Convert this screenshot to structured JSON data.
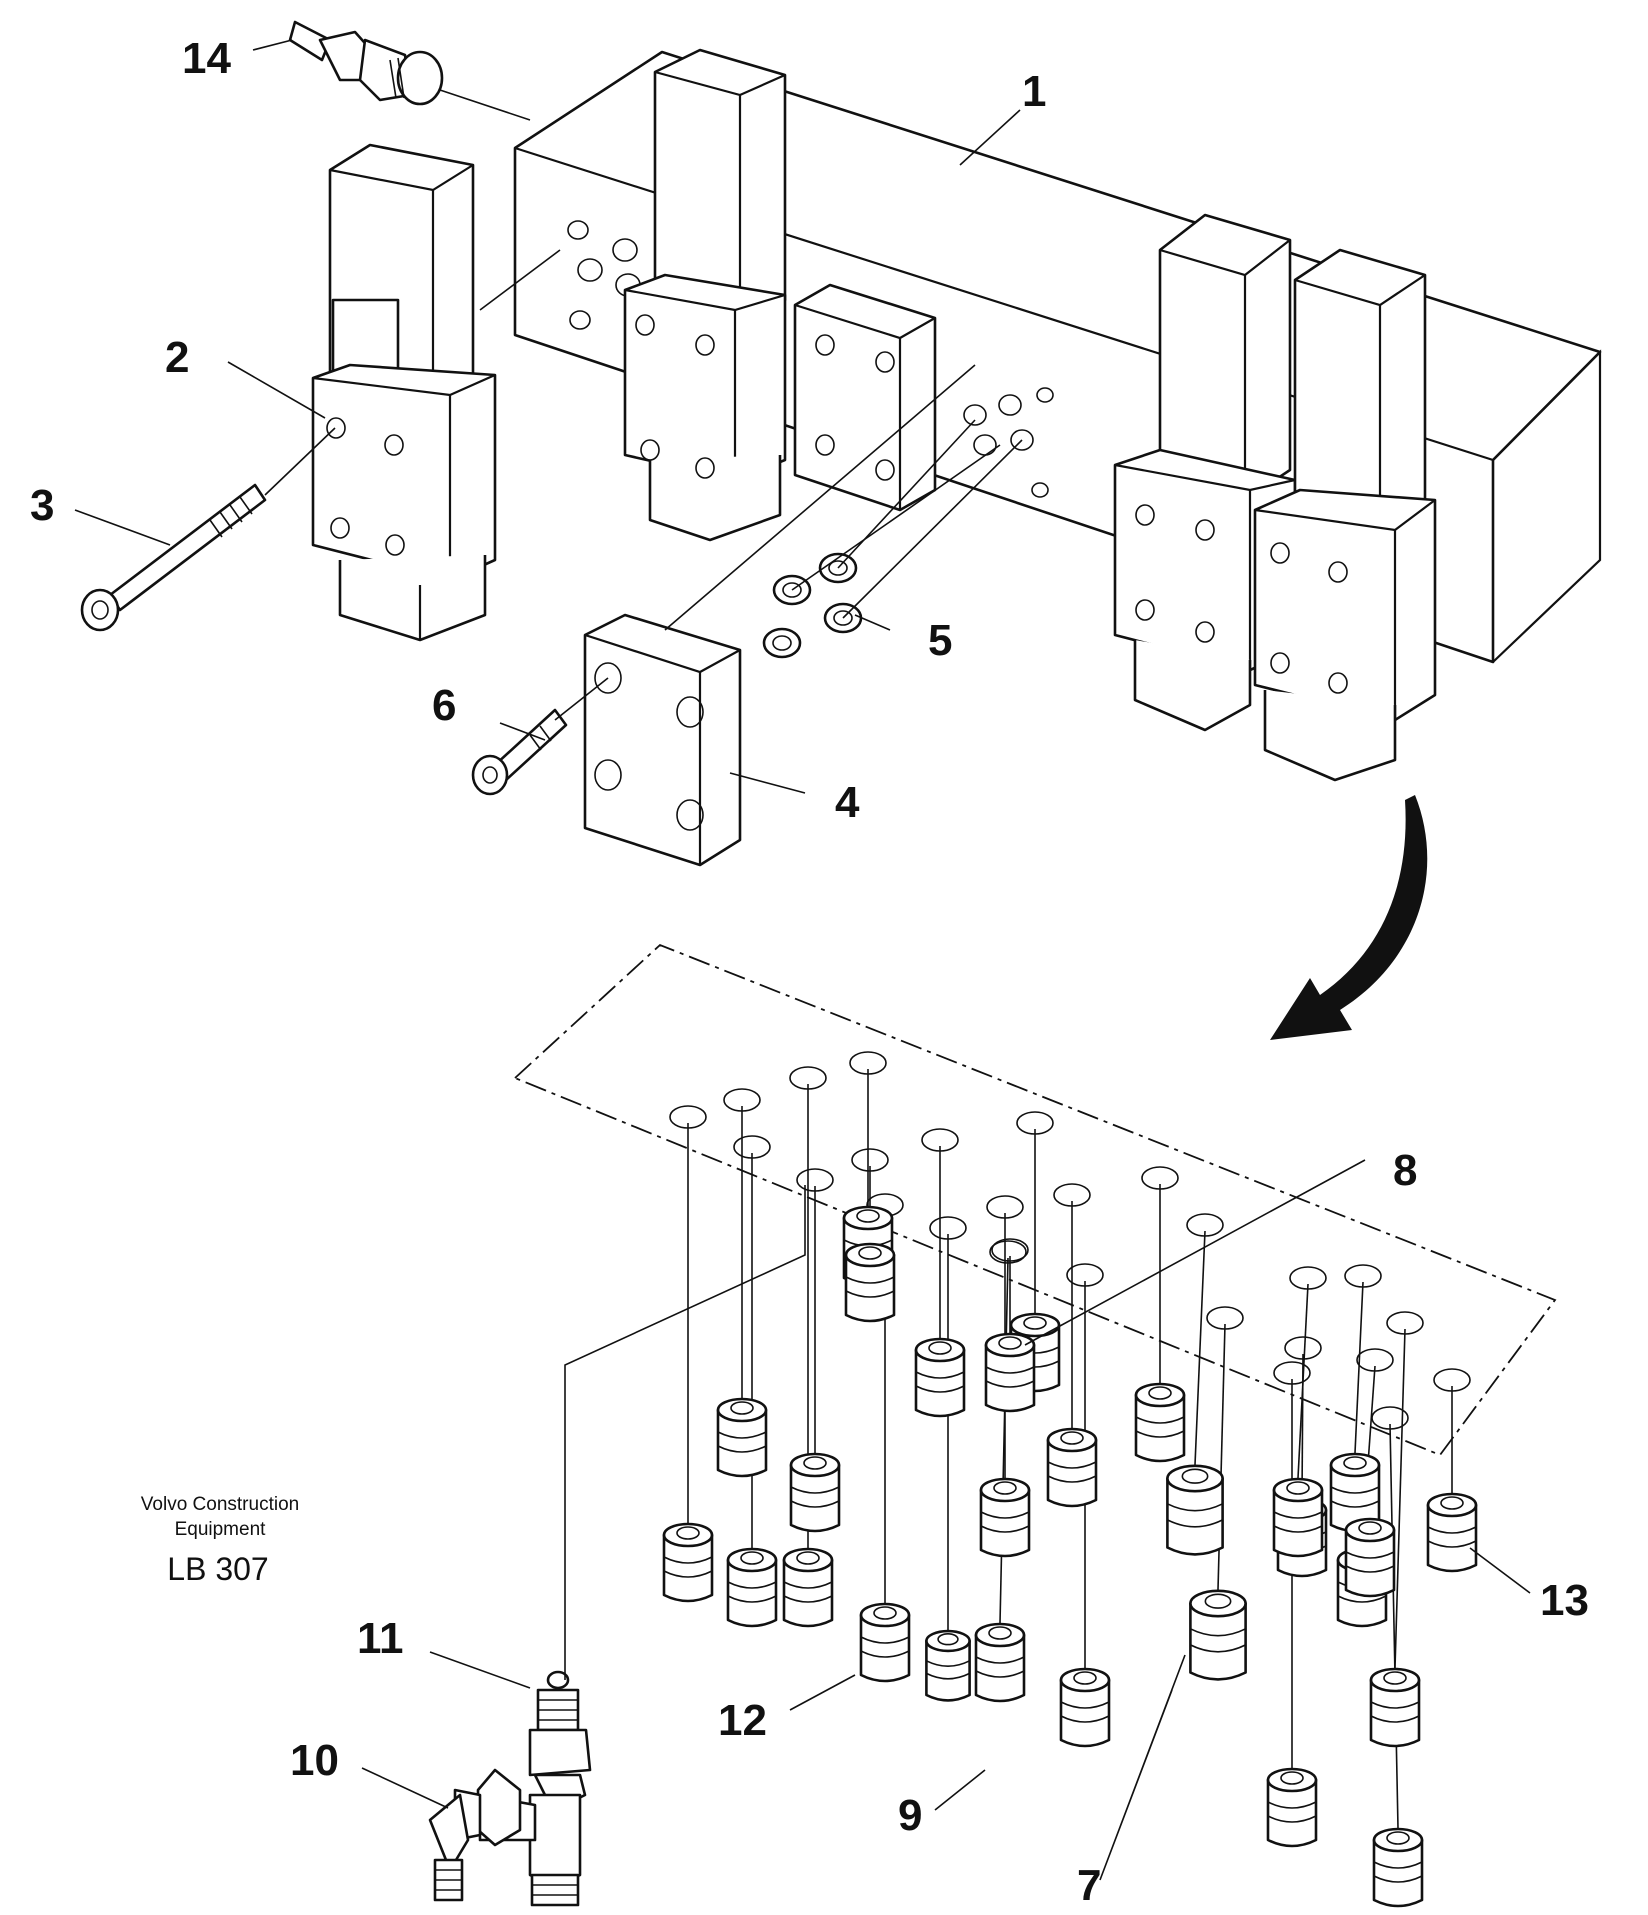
{
  "brand": {
    "line1": "Volvo Construction",
    "line2": "Equipment",
    "code": "LB 307"
  },
  "callouts": [
    "1",
    "2",
    "3",
    "4",
    "5",
    "6",
    "7",
    "8",
    "9",
    "10",
    "11",
    "12",
    "13",
    "14"
  ]
}
